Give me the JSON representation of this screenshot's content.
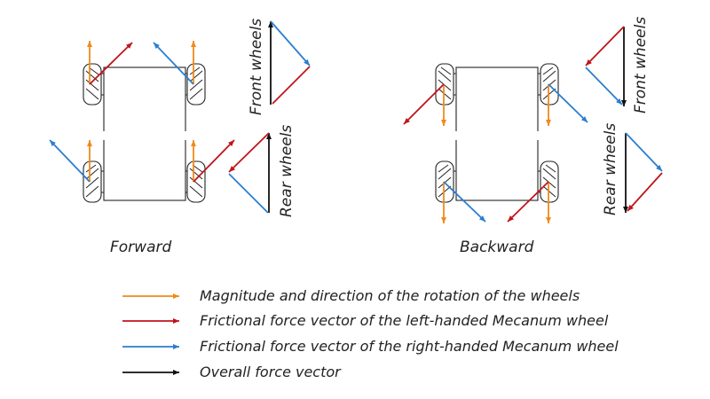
{
  "labels": {
    "forward": "Forward",
    "backward": "Backward",
    "front_wheels": "Front wheels",
    "rear_wheels": "Rear wheels"
  },
  "legend": [
    {
      "name": "rotation",
      "color": "#f08a1c",
      "text": "Magnitude and direction of the rotation of the wheels"
    },
    {
      "name": "left-friction",
      "color": "#c0141c",
      "text": "Frictional force vector of the left-handed Mecanum wheel"
    },
    {
      "name": "right-friction",
      "color": "#2a7ed0",
      "text": "Frictional force vector of the right-handed Mecanum wheel"
    },
    {
      "name": "overall",
      "color": "#111111",
      "text": "Overall force vector"
    }
  ],
  "colors": {
    "rotation": "#f08a1c",
    "left": "#c0141c",
    "right": "#2a7ed0",
    "overall": "#111111",
    "outline": "#222222"
  }
}
